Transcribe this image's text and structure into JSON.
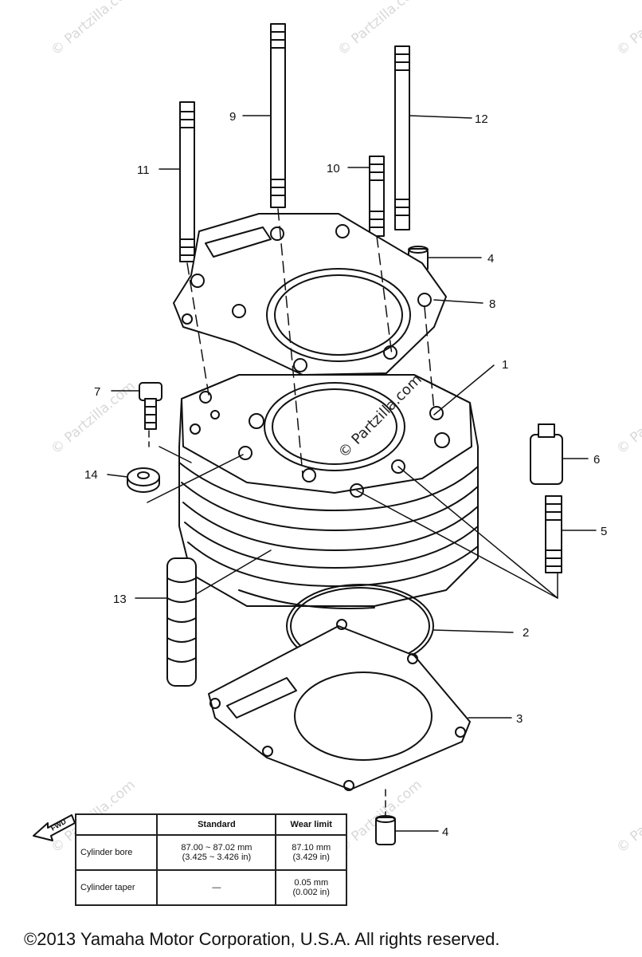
{
  "diagram": {
    "callouts": [
      "1",
      "2",
      "3",
      "4",
      "4",
      "5",
      "6",
      "7",
      "8",
      "9",
      "10",
      "11",
      "12",
      "13",
      "14"
    ],
    "watermark_text": "© Partzilla.com"
  },
  "spec_table": {
    "headers": [
      "",
      "Standard",
      "Wear limit"
    ],
    "rows": [
      {
        "item": "Cylinder bore",
        "standard_mm": "87.00 ~ 87.02 mm",
        "standard_in": "(3.425 ~ 3.426 in)",
        "limit_mm": "87.10 mm",
        "limit_in": "(3.429 in)"
      },
      {
        "item": "Cylinder taper",
        "standard_mm": "—",
        "standard_in": "",
        "limit_mm": "0.05 mm",
        "limit_in": "(0.002 in)"
      }
    ],
    "fwd_label": "FWD"
  },
  "copyright": "©2013  Yamaha Motor Corporation, U.S.A. All rights reserved."
}
